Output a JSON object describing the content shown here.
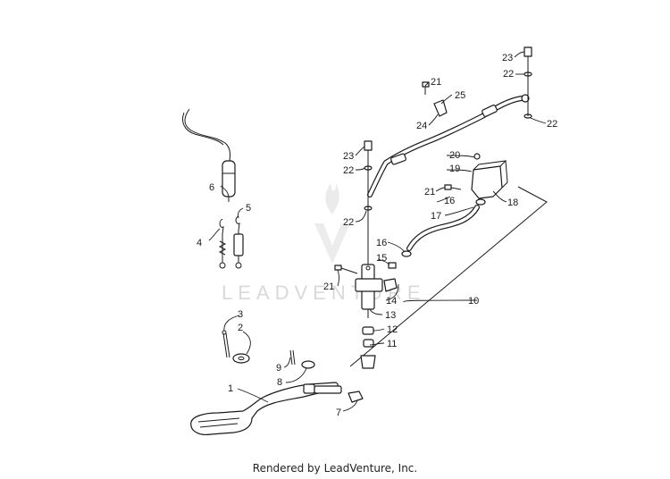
{
  "watermark": {
    "text": "LEADVENTURE"
  },
  "footer": {
    "text": "Rendered by LeadVenture, Inc."
  },
  "callouts": [
    {
      "id": "c1",
      "label": "1"
    },
    {
      "id": "c2",
      "label": "2"
    },
    {
      "id": "c3",
      "label": "3"
    },
    {
      "id": "c4",
      "label": "4"
    },
    {
      "id": "c5",
      "label": "5"
    },
    {
      "id": "c6",
      "label": "6"
    },
    {
      "id": "c7",
      "label": "7"
    },
    {
      "id": "c8",
      "label": "8"
    },
    {
      "id": "c9",
      "label": "9"
    },
    {
      "id": "c10",
      "label": "10"
    },
    {
      "id": "c11",
      "label": "11"
    },
    {
      "id": "c12",
      "label": "12"
    },
    {
      "id": "c13",
      "label": "13"
    },
    {
      "id": "c14",
      "label": "14"
    },
    {
      "id": "c15",
      "label": "15"
    },
    {
      "id": "c16a",
      "label": "16"
    },
    {
      "id": "c16b",
      "label": "16"
    },
    {
      "id": "c17",
      "label": "17"
    },
    {
      "id": "c18",
      "label": "18"
    },
    {
      "id": "c19",
      "label": "19"
    },
    {
      "id": "c20",
      "label": "20"
    },
    {
      "id": "c21a",
      "label": "21"
    },
    {
      "id": "c21b",
      "label": "21"
    },
    {
      "id": "c21c",
      "label": "21"
    },
    {
      "id": "c22a",
      "label": "22"
    },
    {
      "id": "c22b",
      "label": "22"
    },
    {
      "id": "c22c",
      "label": "22"
    },
    {
      "id": "c22d",
      "label": "22"
    },
    {
      "id": "c23a",
      "label": "23"
    },
    {
      "id": "c23b",
      "label": "23"
    },
    {
      "id": "c24",
      "label": "24"
    },
    {
      "id": "c25",
      "label": "25"
    }
  ]
}
